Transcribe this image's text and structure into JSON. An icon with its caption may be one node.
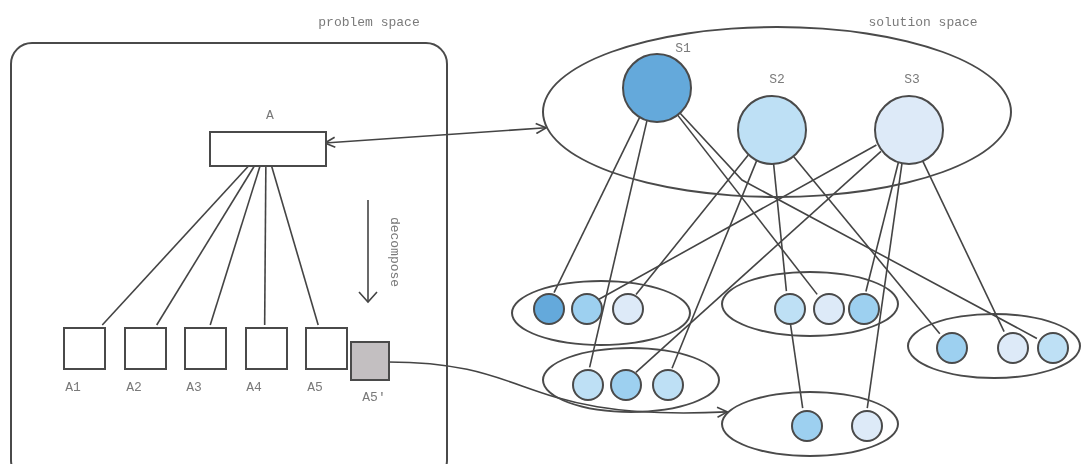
{
  "diagram": {
    "nodes": [
      {
        "text": [
          "problem space"
        ]
      },
      {
        "text": [
          "A"
        ],
        "in": 0
      },
      {
        "text": [
          "A1"
        ],
        "in": 0
      },
      {
        "text": [
          "A2"
        ],
        "in": 0
      },
      {
        "text": [
          "A3"
        ],
        "in": 0
      },
      {
        "text": [
          "A4"
        ],
        "in": 0
      },
      {
        "text": [
          "A5"
        ],
        "in": 0
      },
      {
        "text": [
          "A5'"
        ],
        "in": 0
      },
      {
        "text": [
          "solution space"
        ]
      },
      {
        "text": [
          "S1"
        ],
        "in": 8
      },
      {
        "text": [
          "S2"
        ],
        "in": 8
      },
      {
        "text": [
          "S3"
        ],
        "in": 8
      },
      {
        "text": [],
        "shape": "ellipse"
      },
      {
        "text": [],
        "shape": "circle",
        "in": 12
      },
      {
        "text": [],
        "shape": "circle",
        "in": 12
      },
      {
        "text": [],
        "shape": "circle",
        "in": 12
      },
      {
        "text": [],
        "shape": "ellipse"
      },
      {
        "text": [],
        "shape": "circle",
        "in": 16
      },
      {
        "text": [],
        "shape": "circle",
        "in": 16
      },
      {
        "text": [],
        "shape": "circle",
        "in": 16
      },
      {
        "text": [],
        "shape": "ellipse"
      },
      {
        "text": [],
        "shape": "circle",
        "in": 20
      },
      {
        "text": [],
        "shape": "circle",
        "in": 20
      },
      {
        "text": [],
        "shape": "circle",
        "in": 20
      },
      {
        "text": [],
        "shape": "ellipse"
      },
      {
        "text": [],
        "shape": "circle",
        "in": 24
      },
      {
        "text": [],
        "shape": "circle",
        "in": 24
      },
      {
        "text": [],
        "shape": "circle",
        "in": 24
      },
      {
        "text": [],
        "shape": "ellipse"
      },
      {
        "text": [],
        "shape": "circle",
        "in": 28
      },
      {
        "text": [],
        "shape": "circle",
        "in": 28
      }
    ],
    "edges": [
      {
        "from": 1,
        "to": 2,
        "arrow": "none"
      },
      {
        "from": 1,
        "to": 3,
        "arrow": "none"
      },
      {
        "from": 1,
        "to": 4,
        "arrow": "none"
      },
      {
        "from": 1,
        "to": 5,
        "arrow": "none"
      },
      {
        "from": 1,
        "to": 6,
        "arrow": "none"
      },
      {
        "from": 1,
        "to": 8,
        "arrow": "both"
      },
      {
        "from": 7,
        "to": 28,
        "arrow": "to"
      },
      {
        "from": 9,
        "to": 13,
        "arrow": "none"
      },
      {
        "from": 9,
        "to": 25,
        "arrow": "none"
      },
      {
        "from": 9,
        "to": 18,
        "arrow": "none"
      },
      {
        "from": 9,
        "to": 23,
        "arrow": "none"
      },
      {
        "from": 10,
        "to": 15,
        "arrow": "none"
      },
      {
        "from": 10,
        "to": 27,
        "arrow": "none"
      },
      {
        "from": 10,
        "to": 17,
        "arrow": "none"
      },
      {
        "from": 10,
        "to": 21,
        "arrow": "none"
      },
      {
        "from": 11,
        "to": 14,
        "arrow": "none"
      },
      {
        "from": 11,
        "to": 26,
        "arrow": "none"
      },
      {
        "from": 11,
        "to": 19,
        "arrow": "none"
      },
      {
        "from": 11,
        "to": 30,
        "arrow": "none"
      },
      {
        "from": 11,
        "to": 22,
        "arrow": "none"
      },
      {
        "from": 17,
        "to": 29,
        "arrow": "none"
      }
    ],
    "labels": [
      "decompose"
    ]
  }
}
